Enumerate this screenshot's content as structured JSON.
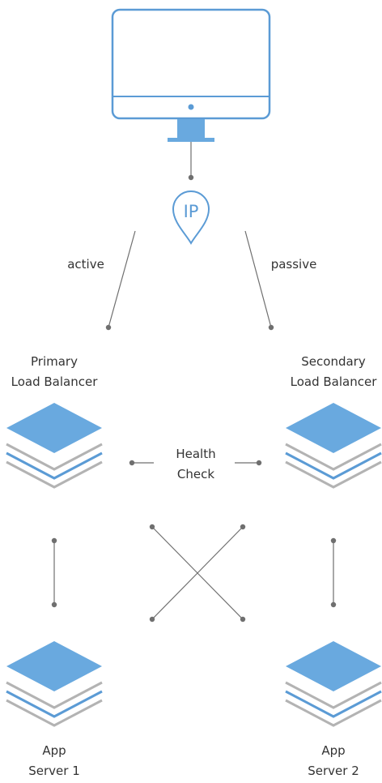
{
  "colors": {
    "accent": "#5b9bd5",
    "layer_fill": "#69a9df",
    "stack_gray": "#b3b3b3",
    "connector": "#6f6f6f",
    "text": "#333333"
  },
  "client": {
    "icon": "monitor-icon"
  },
  "ip_pin": {
    "icon": "location-pin-icon",
    "label": "IP"
  },
  "links": {
    "active_label": "active",
    "passive_label": "passive"
  },
  "primary_lb": {
    "line1": "Primary",
    "line2": "Load Balancer",
    "icon": "layers-icon"
  },
  "secondary_lb": {
    "line1": "Secondary",
    "line2": "Load Balancer",
    "icon": "layers-icon"
  },
  "health_check": {
    "line1": "Health",
    "line2": "Check"
  },
  "server1": {
    "line1": "App",
    "line2": "Server 1",
    "icon": "layers-icon"
  },
  "server2": {
    "line1": "App",
    "line2": "Server 2",
    "icon": "layers-icon"
  }
}
